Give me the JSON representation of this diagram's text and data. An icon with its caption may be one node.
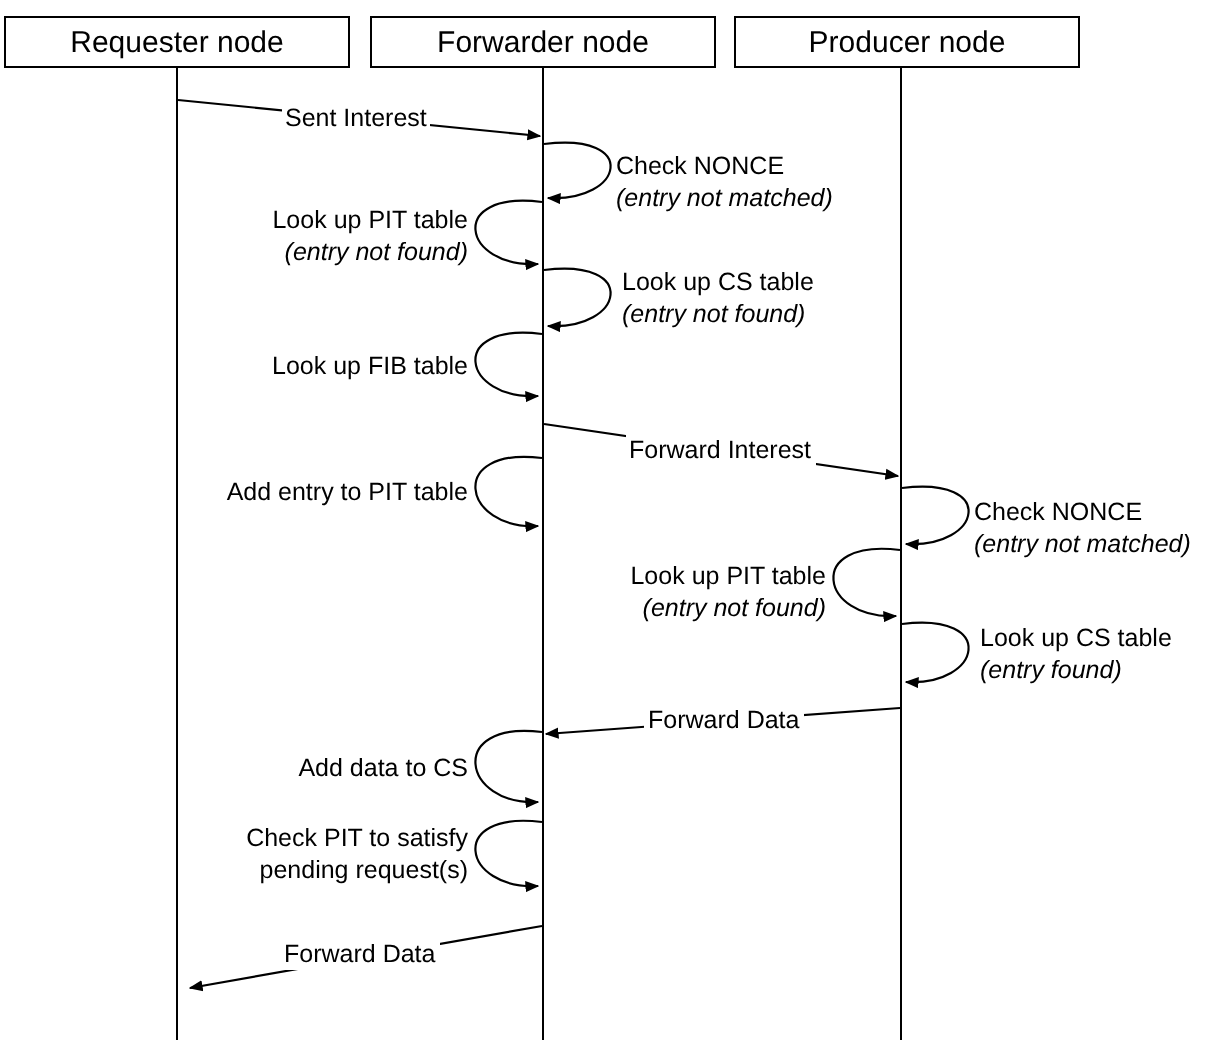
{
  "diagram": {
    "nodes": [
      {
        "text": [
          "Requester node"
        ]
      },
      {
        "text": [
          "Forwarder node"
        ]
      },
      {
        "text": [
          "Producer node"
        ]
      },
      {
        "text": [],
        "shape": "bar"
      },
      {
        "text": [],
        "shape": "bar"
      },
      {
        "text": [],
        "shape": "bar"
      }
    ],
    "edges": [
      {
        "from": 3,
        "to": 4,
        "arrow": "to",
        "label": "Sent Interest"
      },
      {
        "from": 4,
        "to": 4,
        "arrow": "to",
        "label": "Check NONCE *(entry not matched)*"
      },
      {
        "from": 4,
        "to": 4,
        "arrow": "to",
        "label": "Look up PIT table *(entry not found)*"
      },
      {
        "from": 4,
        "to": 4,
        "arrow": "to",
        "label": "Look up CS table *(entry not found)*"
      },
      {
        "from": 4,
        "to": 4,
        "arrow": "to",
        "label": "Look up FIB table"
      },
      {
        "from": 4,
        "to": 5,
        "arrow": "to",
        "label": "Forward Interest"
      },
      {
        "from": 4,
        "to": 4,
        "arrow": "to",
        "label": "Add entry to PIT table"
      },
      {
        "from": 5,
        "to": 5,
        "arrow": "to",
        "label": "Check NONCE *(entry not matched)*"
      },
      {
        "from": 5,
        "to": 5,
        "arrow": "to",
        "label": "Look up PIT table *(entry not found)*"
      },
      {
        "from": 5,
        "to": 5,
        "arrow": "to",
        "label": "Look up CS table *(entry found)*"
      },
      {
        "from": 5,
        "to": 4,
        "arrow": "to",
        "label": "Forward Data"
      },
      {
        "from": 4,
        "to": 4,
        "arrow": "to",
        "label": "Add data to CS"
      },
      {
        "from": 4,
        "to": 4,
        "arrow": "to",
        "label": "Check PIT to satisfy pending request(s)"
      },
      {
        "from": 4,
        "to": 3,
        "arrow": "to",
        "label": "Forward Data"
      }
    ]
  }
}
